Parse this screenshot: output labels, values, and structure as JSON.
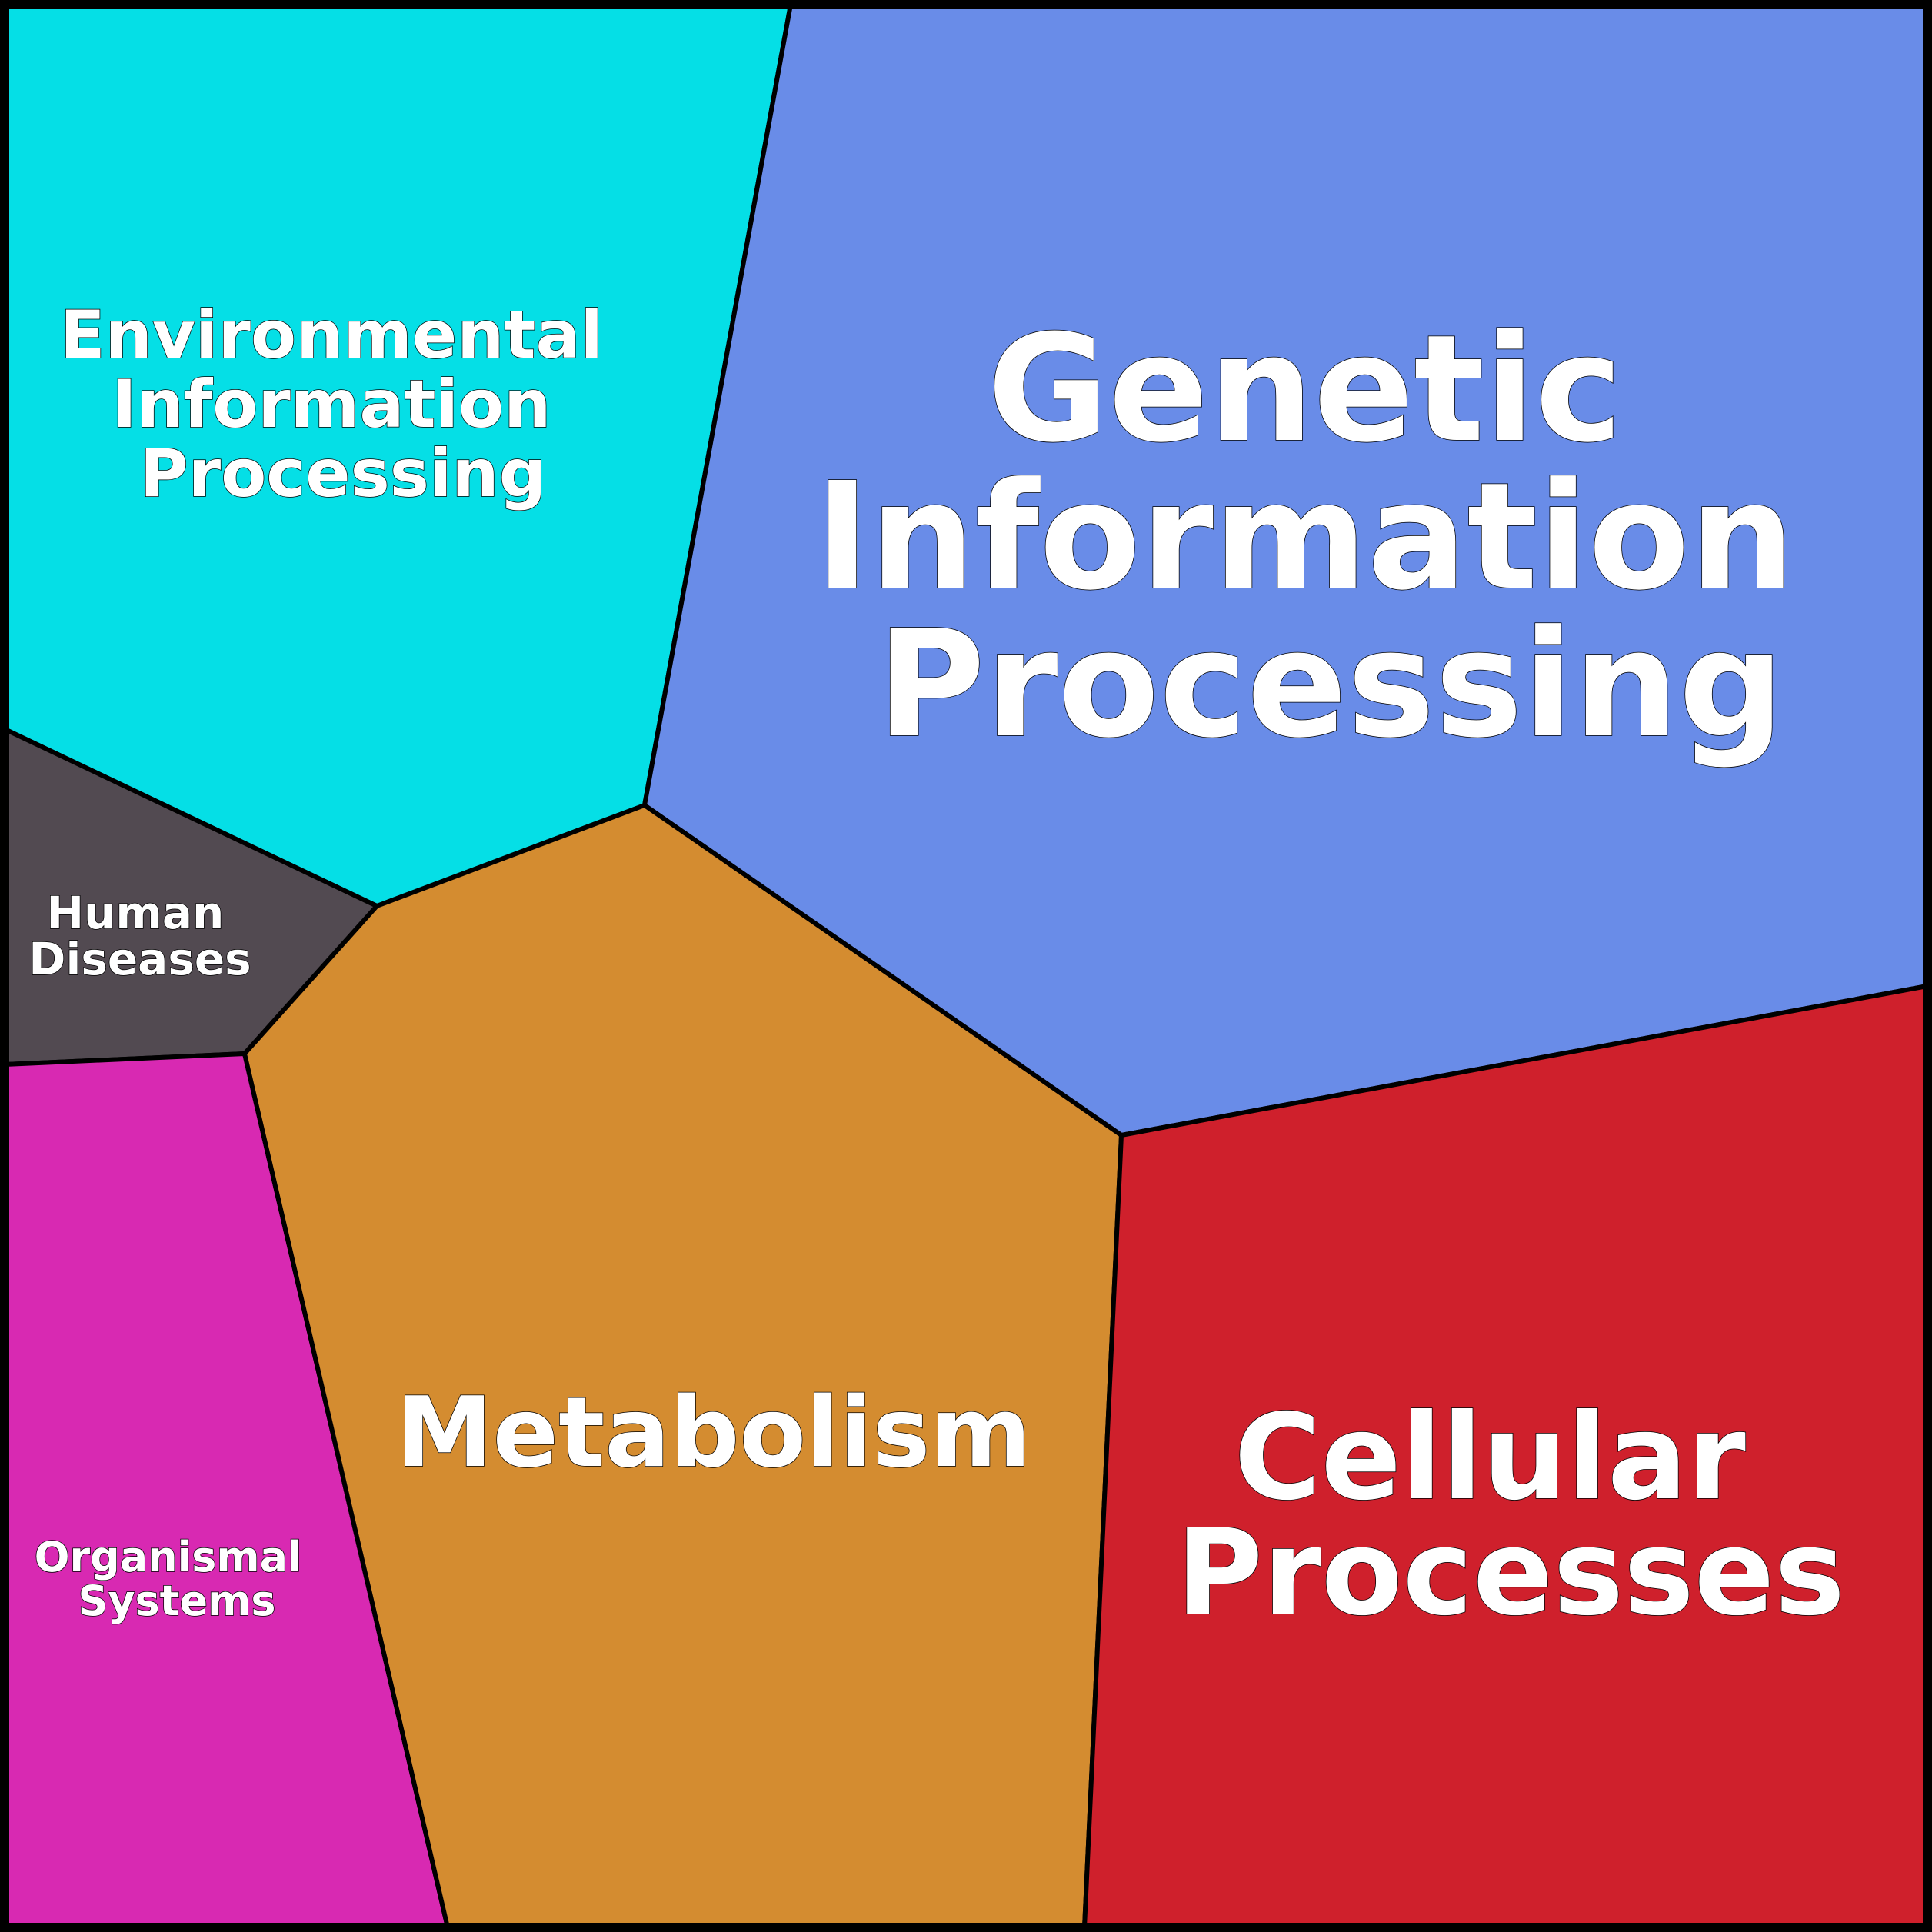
{
  "diagram": {
    "type": "voronoi-treemap",
    "regions": [
      {
        "key": "environmental",
        "lines": [
          "Environmental",
          "Information",
          "Processing"
        ],
        "color": "#05dfe6"
      },
      {
        "key": "genetic",
        "lines": [
          "Genetic",
          "Information",
          "Processing"
        ],
        "color": "#698ce8"
      },
      {
        "key": "human",
        "lines": [
          "Human",
          "Diseases"
        ],
        "color": "#524a51"
      },
      {
        "key": "organismal",
        "lines": [
          "Organismal",
          "Systems"
        ],
        "color": "#d829b2"
      },
      {
        "key": "metabolism",
        "lines": [
          "Metabolism"
        ],
        "color": "#d48c30"
      },
      {
        "key": "cellular",
        "lines": [
          "Cellular",
          "Processes"
        ],
        "color": "#cf202c"
      }
    ]
  }
}
